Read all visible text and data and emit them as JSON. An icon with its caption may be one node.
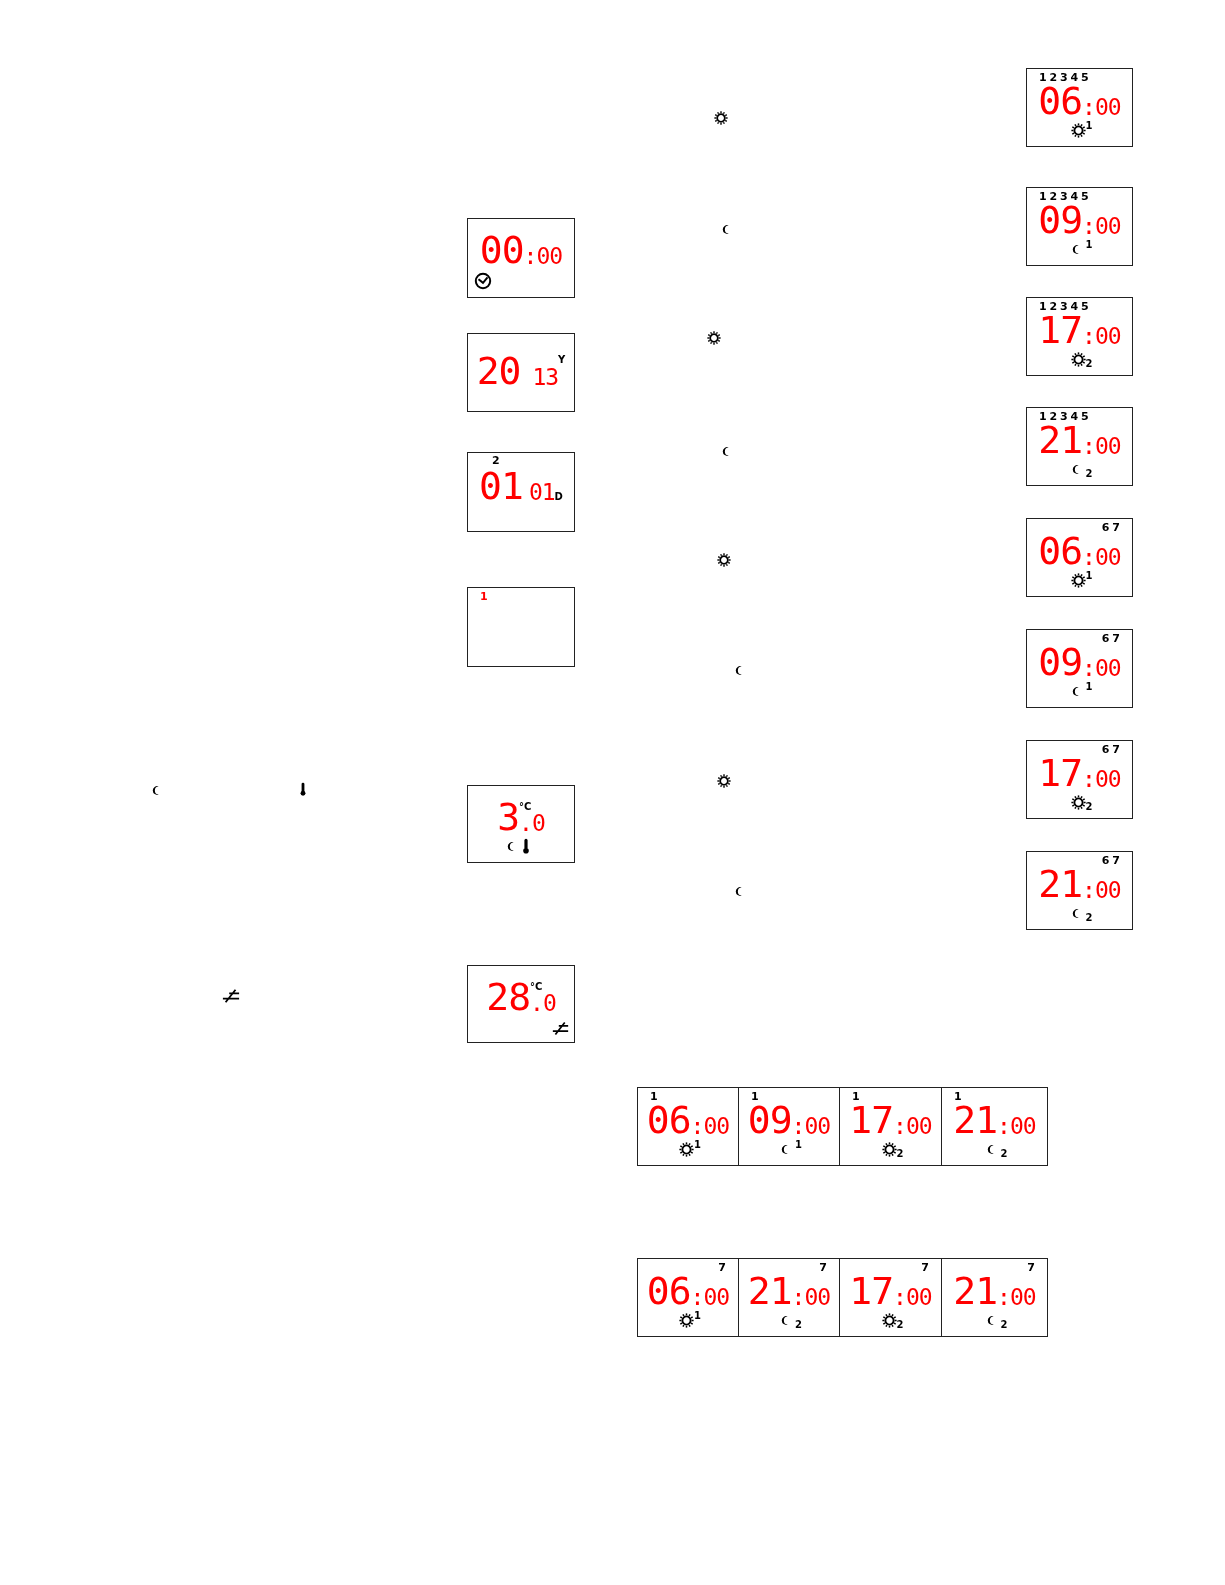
{
  "diagram": {
    "nodes": [
      {
        "text": [
          "00",
          ":00"
        ]
      },
      {
        "text": [
          "20",
          "13",
          "Y"
        ]
      },
      {
        "text": [
          "2",
          "01",
          "01",
          "D"
        ]
      },
      {
        "text": [
          "1"
        ]
      },
      {
        "text": [
          "3",
          "°C",
          ".0"
        ]
      },
      {
        "text": [
          "28",
          "°C",
          ".0"
        ]
      },
      {
        "text": [
          "1 2 3 4 5",
          "06",
          ":00",
          "1"
        ]
      },
      {
        "text": [
          "1 2 3 4 5",
          "09",
          ":00",
          "1"
        ]
      },
      {
        "text": [
          "1 2 3 4 5",
          "17",
          ":00",
          "2"
        ]
      },
      {
        "text": [
          "1 2 3 4 5",
          "21",
          ":00",
          "2"
        ]
      },
      {
        "text": [
          "6 7",
          "06",
          ":00",
          "1"
        ]
      },
      {
        "text": [
          "6 7",
          "09",
          ":00",
          "1"
        ]
      },
      {
        "text": [
          "6 7",
          "17",
          ":00",
          "2"
        ]
      },
      {
        "text": [
          "6 7",
          "21",
          ":00",
          "2"
        ]
      },
      {
        "text": [
          "1",
          "06",
          ":00",
          "1"
        ]
      },
      {
        "text": [
          "1",
          "09",
          ":00",
          "1"
        ]
      },
      {
        "text": [
          "1",
          "17",
          ":00",
          "2"
        ]
      },
      {
        "text": [
          "1",
          "21",
          ":00",
          "2"
        ]
      },
      {
        "text": [
          "7",
          "06",
          ":00",
          "1"
        ]
      },
      {
        "text": [
          "7",
          "21",
          ":00",
          "2"
        ]
      },
      {
        "text": [
          "7",
          "17",
          ":00",
          "2"
        ]
      },
      {
        "text": [
          "7",
          "21",
          ":00",
          "2"
        ]
      }
    ]
  }
}
